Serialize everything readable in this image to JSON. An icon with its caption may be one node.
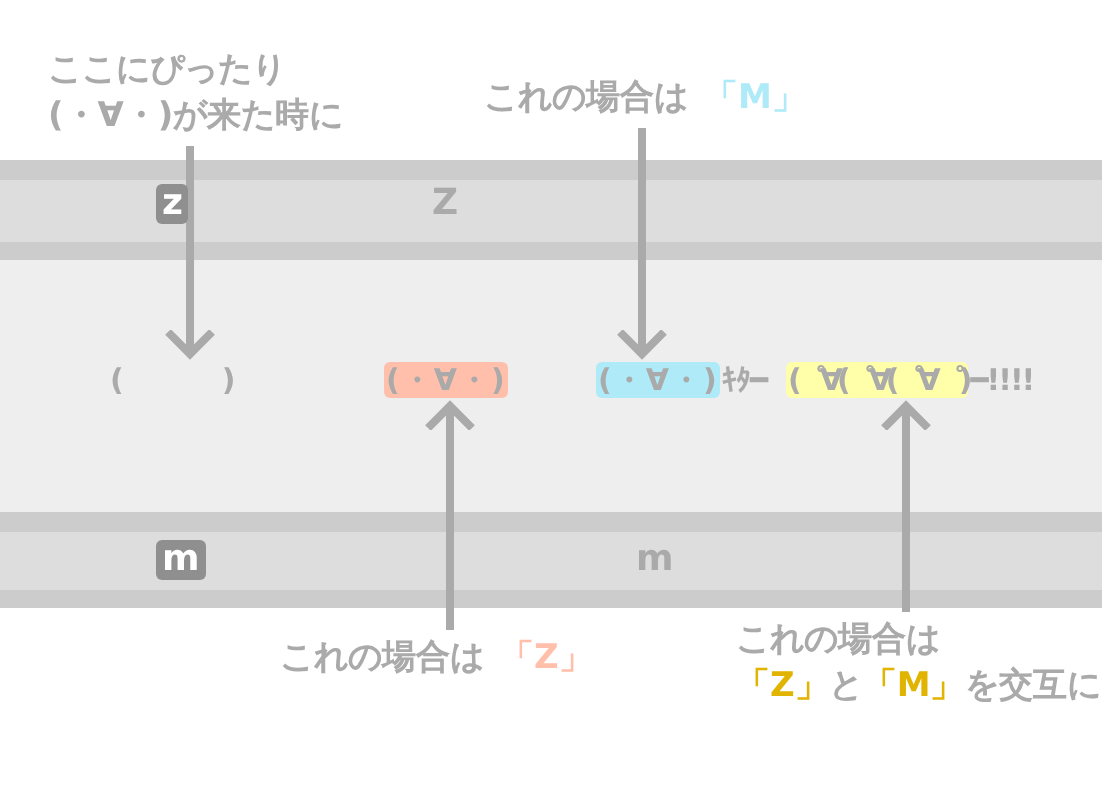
{
  "diagram": {
    "nodes": [
      {
        "text": [
          "ここにぴったり (・∀・)が来た時に"
        ]
      },
      {
        "text": [
          "(　　　)"
        ]
      },
      {
        "text": [
          "これの場合は",
          "「M」"
        ]
      },
      {
        "text": [
          "(・∀・)"
        ]
      },
      {
        "text": [
          "(・∀・)"
        ]
      },
      {
        "text": [
          "これの場合は",
          "「Z」"
        ]
      },
      {
        "text": [
          "(゜∀(゜∀(゜∀゜)"
        ],
        "beside": [
          "ｷﾀ━",
          "━!!!!"
        ]
      },
      {
        "text": [
          "これの場合は",
          "「Z」",
          "と",
          "「M」",
          "を交互に"
        ]
      }
    ],
    "edges": [
      {
        "from": 0,
        "to": 1,
        "arrow": "to"
      },
      {
        "from": 2,
        "to": 3,
        "arrow": "to"
      },
      {
        "from": 5,
        "to": 4,
        "arrow": "to"
      },
      {
        "from": 7,
        "to": 6,
        "arrow": "to"
      }
    ],
    "labels": [
      "z",
      "Z",
      "m",
      "m"
    ]
  }
}
